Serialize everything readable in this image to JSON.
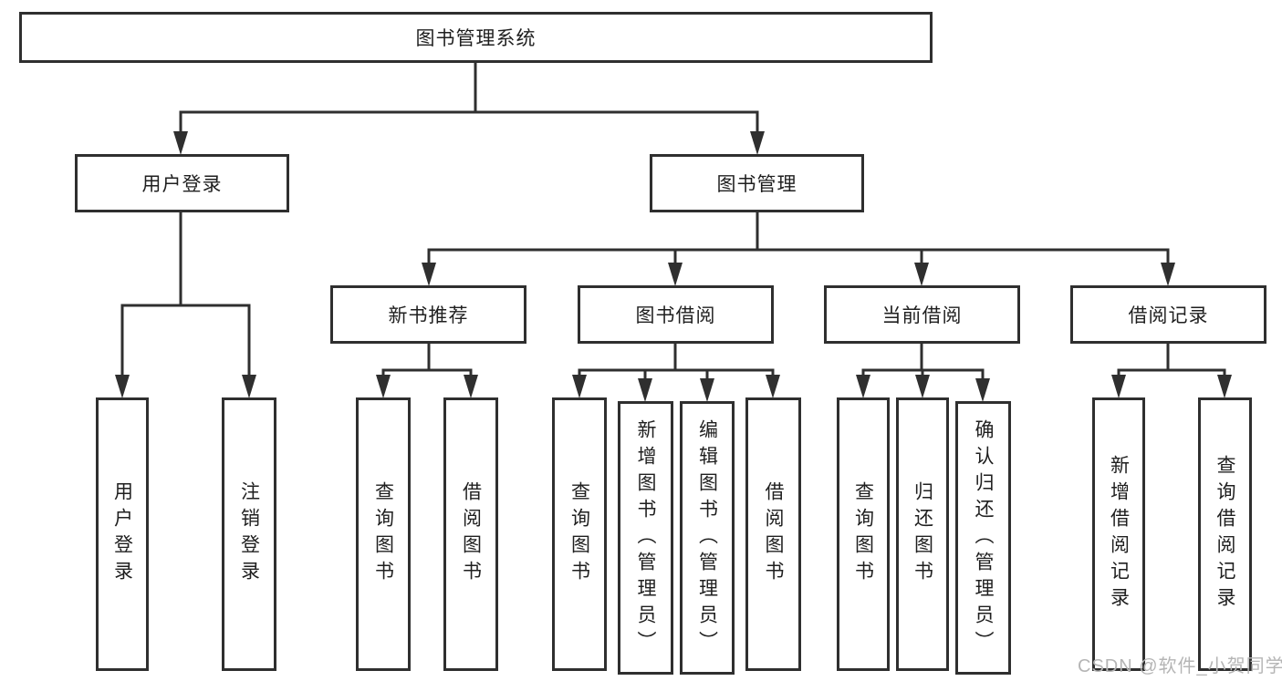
{
  "diagram": {
    "nodes": {
      "root": "图书管理系统",
      "user_login": "用户登录",
      "book_mgmt": "图书管理",
      "login_user": "用户登录",
      "logout": "注销登录",
      "new_book_rec": "新书推荐",
      "book_borrow": "图书借阅",
      "current_borrow": "当前借阅",
      "borrow_records": "借阅记录",
      "nb_query": "查询图书",
      "nb_borrow": "借阅图书",
      "bb_query": "查询图书",
      "bb_add": "新增图书（管理员）",
      "bb_edit": "编辑图书（管理员）",
      "bb_borrow": "借阅图书",
      "cb_query": "查询图书",
      "cb_return": "归还图书",
      "cb_confirm": "确认归还（管理员）",
      "br_add": "新增借阅记录",
      "br_query": "查询借阅记录"
    },
    "structure": {
      "root": [
        "user_login",
        "book_mgmt"
      ],
      "user_login": [
        "login_user",
        "logout"
      ],
      "book_mgmt": [
        "new_book_rec",
        "book_borrow",
        "current_borrow",
        "borrow_records"
      ],
      "new_book_rec": [
        "nb_query",
        "nb_borrow"
      ],
      "book_borrow": [
        "bb_query",
        "bb_add",
        "bb_edit",
        "bb_borrow"
      ],
      "current_borrow": [
        "cb_query",
        "cb_return",
        "cb_confirm"
      ],
      "borrow_records": [
        "br_add",
        "br_query"
      ]
    },
    "colors": {
      "line": "#2f2f2f",
      "box_border": "#2f2f2f",
      "text": "#1f1f1f",
      "watermark": "#b5b5b5",
      "background": "#ffffff"
    }
  },
  "watermark": "CSDN @软件_小贺同学"
}
